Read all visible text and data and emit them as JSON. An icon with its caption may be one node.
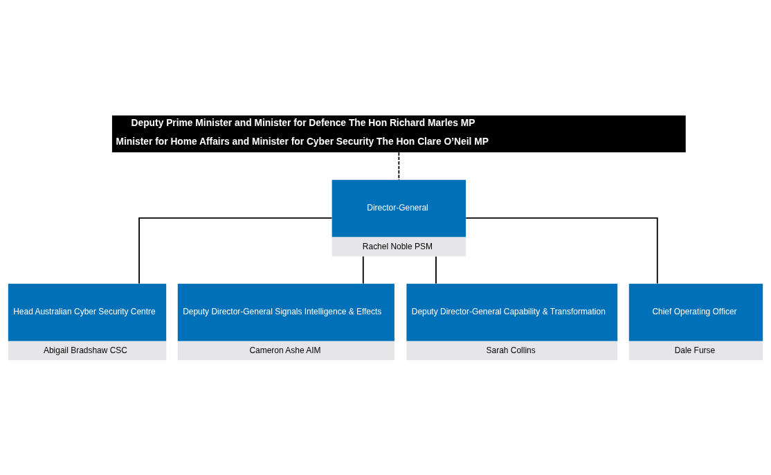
{
  "diagram": {
    "nodes": [
      {
        "text": [
          "Deputy Prime Minister and Minister for Defence The Hon Richard Marles MP",
          "Minister for Home Affairs and Minister for Cyber Security The Hon Clare O’Neil MP"
        ]
      },
      {
        "text": [
          "Director-General",
          "Rachel Noble PSM"
        ]
      },
      {
        "text": [
          "Head Australian Cyber Security Centre",
          "Abigail Bradshaw CSC"
        ]
      },
      {
        "text": [
          "Deputy Director-General Signals Intelligence & Effects",
          "Cameron Ashe AIM"
        ]
      },
      {
        "text": [
          "Deputy Director-General Capability & Transformation",
          "Sarah Collins"
        ]
      },
      {
        "text": [
          "Chief Operating Officer",
          "Dale Furse"
        ]
      }
    ],
    "edges": [
      {
        "from": 0,
        "to": 1,
        "arrow": "none",
        "style": "dashed"
      },
      {
        "from": 1,
        "to": 2,
        "arrow": "none"
      },
      {
        "from": 1,
        "to": 3,
        "arrow": "none"
      },
      {
        "from": 1,
        "to": 4,
        "arrow": "none"
      },
      {
        "from": 1,
        "to": 5,
        "arrow": "none"
      }
    ]
  }
}
